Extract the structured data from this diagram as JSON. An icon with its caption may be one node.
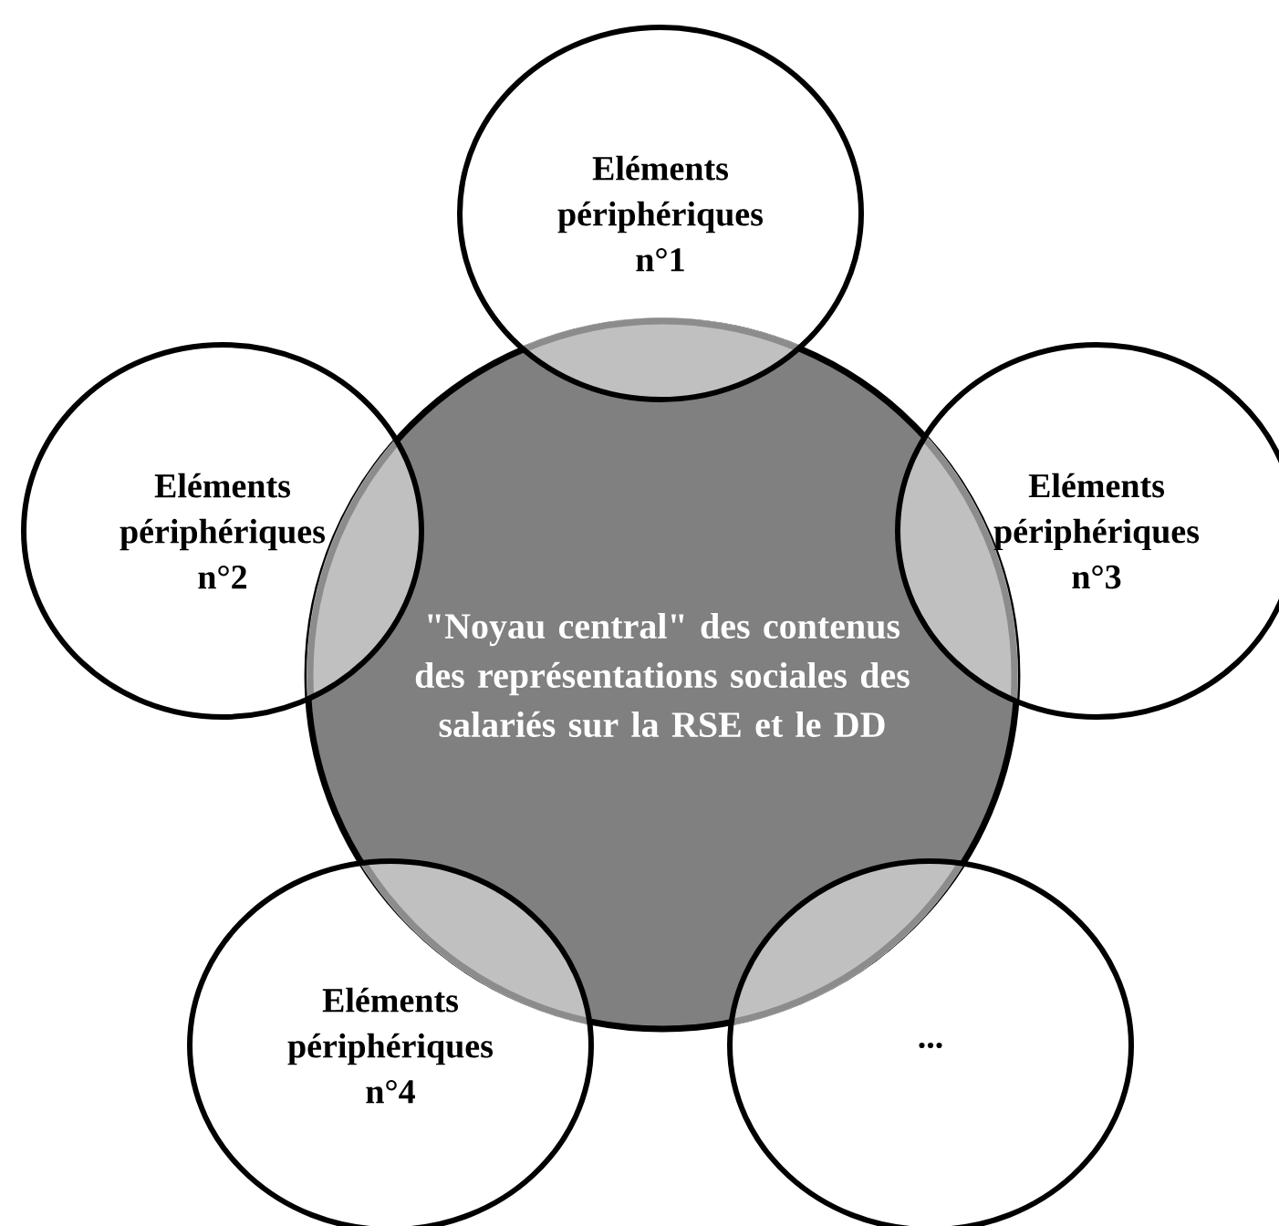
{
  "diagram": {
    "nodes": [
      {
        "text": [
          "Eléments périphériques n°1"
        ]
      },
      {
        "text": [
          "Eléments périphériques n°2"
        ]
      },
      {
        "text": [
          "\"Noyau central\" des contenus des représentations sociales des salariés sur la RSE et le DD"
        ]
      },
      {
        "text": [
          "Eléments périphériques n°3"
        ]
      },
      {
        "text": [
          "Eléments périphériques n°4"
        ]
      },
      {
        "text": [
          "..."
        ]
      }
    ]
  }
}
